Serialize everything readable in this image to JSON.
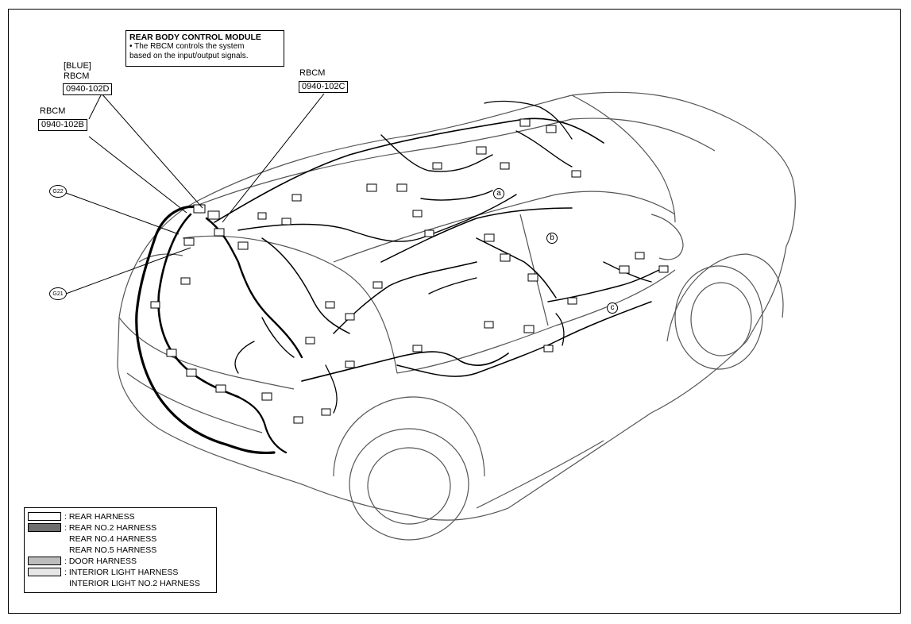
{
  "note": {
    "title": "REAR BODY CONTROL MODULE",
    "line1": "• The RBCM controls the system",
    "line2": "based on the input/output signals."
  },
  "connectors": {
    "d": {
      "color": "[BLUE]",
      "name": "RBCM",
      "code": "0940-102D"
    },
    "c": {
      "name": "RBCM",
      "code": "0940-102C"
    },
    "b": {
      "name": "RBCM",
      "code": "0940-102B"
    }
  },
  "grounds": {
    "g22": "G22",
    "g21": "G21"
  },
  "refs": {
    "a": "a",
    "b": "b",
    "c": "c"
  },
  "legend": {
    "rear": ": REAR HARNESS",
    "rear2": ": REAR NO.2 HARNESS",
    "rear4": "REAR NO.4 HARNESS",
    "rear5": "REAR NO.5 HARNESS",
    "door": ": DOOR HARNESS",
    "interior": ": INTERIOR LIGHT HARNESS",
    "interior2": "INTERIOR LIGHT NO.2 HARNESS"
  },
  "colors": {
    "line": "#000000",
    "body_outline": "#555555",
    "rear_no2_fill": "#6e6e6e",
    "door_fill": "#bdbdbd",
    "interior_fill": "#e6e6e6"
  }
}
